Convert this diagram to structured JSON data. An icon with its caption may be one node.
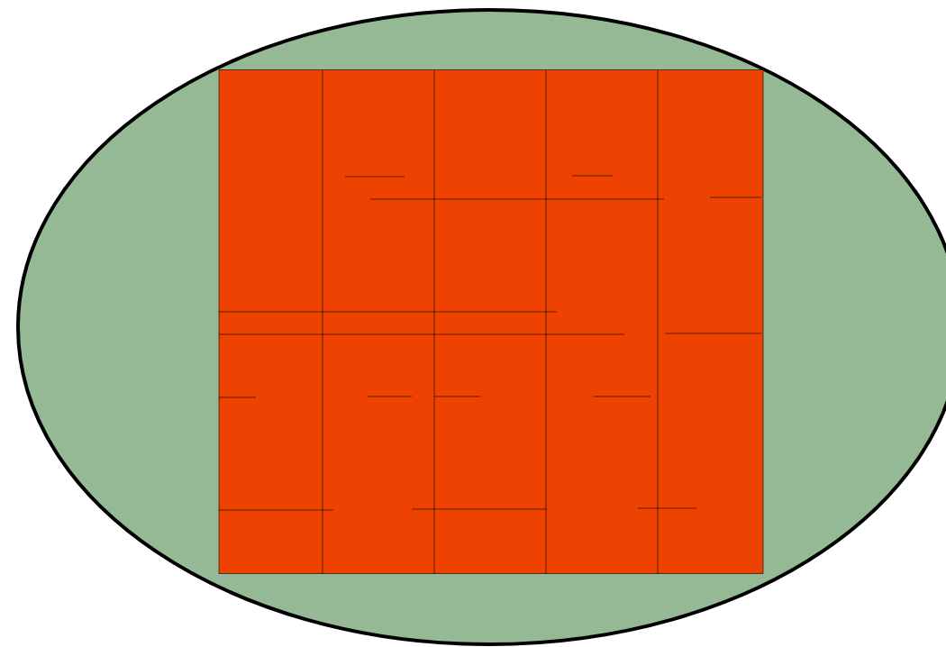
{
  "diagram": {
    "nodes": [
      {
        "text": [],
        "shape": "ellipse"
      },
      {
        "text": [],
        "shape": "box",
        "in": 0
      }
    ]
  }
}
